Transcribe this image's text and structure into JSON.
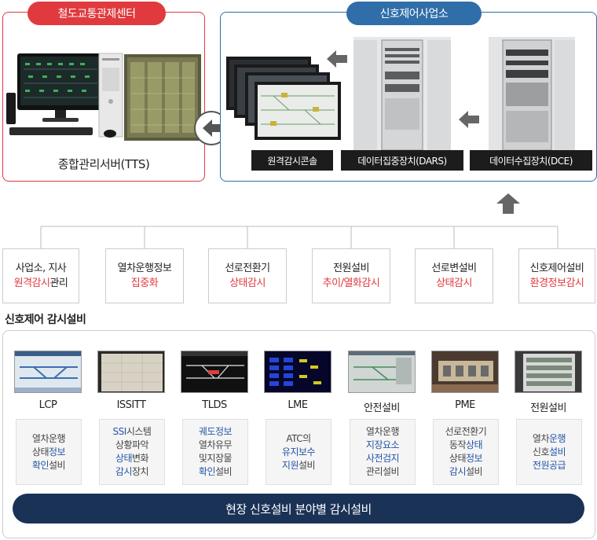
{
  "top": {
    "left_box": {
      "header": "철도교통관제센터",
      "caption": "종합관리서버(TTS)"
    },
    "right_box": {
      "header": "신호제어사업소",
      "labels": [
        "원격감시콘솔",
        "데이터집중장치(DARS)",
        "데이터수집장치(DCE)"
      ]
    }
  },
  "categories": [
    {
      "line1": "사업소, 지사",
      "line2_red": "원격감시",
      "line2_black": "관리"
    },
    {
      "line1": "열차운행정보",
      "line2_red": "집중화",
      "line2_black": ""
    },
    {
      "line1": "선로전환기",
      "line2_red": "상태감시",
      "line2_black": ""
    },
    {
      "line1": "전원설비",
      "line2_red": "추이/열화감시",
      "line2_black": ""
    },
    {
      "line1": "선로변설비",
      "line2_red": "상태감시",
      "line2_black": ""
    },
    {
      "line1": "신호제어설비",
      "line2_red": "환경정보감시",
      "line2_black": ""
    }
  ],
  "section_title": "신호제어 감시설비",
  "devices": [
    {
      "name": "LCP",
      "desc": [
        [
          [
            "열차운행",
            false
          ]
        ],
        [
          [
            "상태",
            false
          ],
          [
            "정보",
            true
          ]
        ],
        [
          [
            "확인",
            true
          ],
          [
            "설비",
            false
          ]
        ]
      ]
    },
    {
      "name": "ISSITT",
      "desc": [
        [
          [
            "SSI",
            true
          ],
          [
            "시스템",
            false
          ]
        ],
        [
          [
            "상황파악",
            false
          ]
        ],
        [
          [
            "상태",
            true
          ],
          [
            "변화",
            false
          ]
        ],
        [
          [
            "감시",
            true
          ],
          [
            "장치",
            false
          ]
        ]
      ]
    },
    {
      "name": "TLDS",
      "desc": [
        [
          [
            "궤도정보",
            true
          ]
        ],
        [
          [
            "열차유무",
            false
          ]
        ],
        [
          [
            "및지장물",
            false
          ]
        ],
        [
          [
            "확인",
            true
          ],
          [
            "설비",
            false
          ]
        ]
      ]
    },
    {
      "name": "LME",
      "desc": [
        [
          [
            "ATC의",
            false
          ]
        ],
        [
          [
            "유지보수",
            true
          ]
        ],
        [
          [
            "지원",
            true
          ],
          [
            "설비",
            false
          ]
        ]
      ]
    },
    {
      "name": "안전설비",
      "desc": [
        [
          [
            "열차운행",
            false
          ]
        ],
        [
          [
            "지장요소",
            true
          ]
        ],
        [
          [
            "사전검지",
            true
          ]
        ],
        [
          [
            "관리설비",
            false
          ]
        ]
      ]
    },
    {
      "name": "PME",
      "desc": [
        [
          [
            "선로전환기",
            false
          ]
        ],
        [
          [
            "동작",
            false
          ],
          [
            "상태",
            true
          ]
        ],
        [
          [
            "상태",
            false
          ],
          [
            "정보",
            true
          ]
        ],
        [
          [
            "감시",
            true
          ],
          [
            "설비",
            false
          ]
        ]
      ]
    },
    {
      "name": "전원설비",
      "desc": [
        [
          [
            "열차",
            false
          ],
          [
            "운행",
            true
          ]
        ],
        [
          [
            "신호",
            false
          ],
          [
            "설비",
            true
          ]
        ],
        [
          [
            "전원공급",
            true
          ]
        ]
      ]
    }
  ],
  "bottom_bar": "현장 신호설비 분야별 감시설비",
  "colors": {
    "red": "#e03a3e",
    "blue": "#2f6ea8",
    "navy": "#1b3257",
    "highlight": "#2556a8"
  }
}
